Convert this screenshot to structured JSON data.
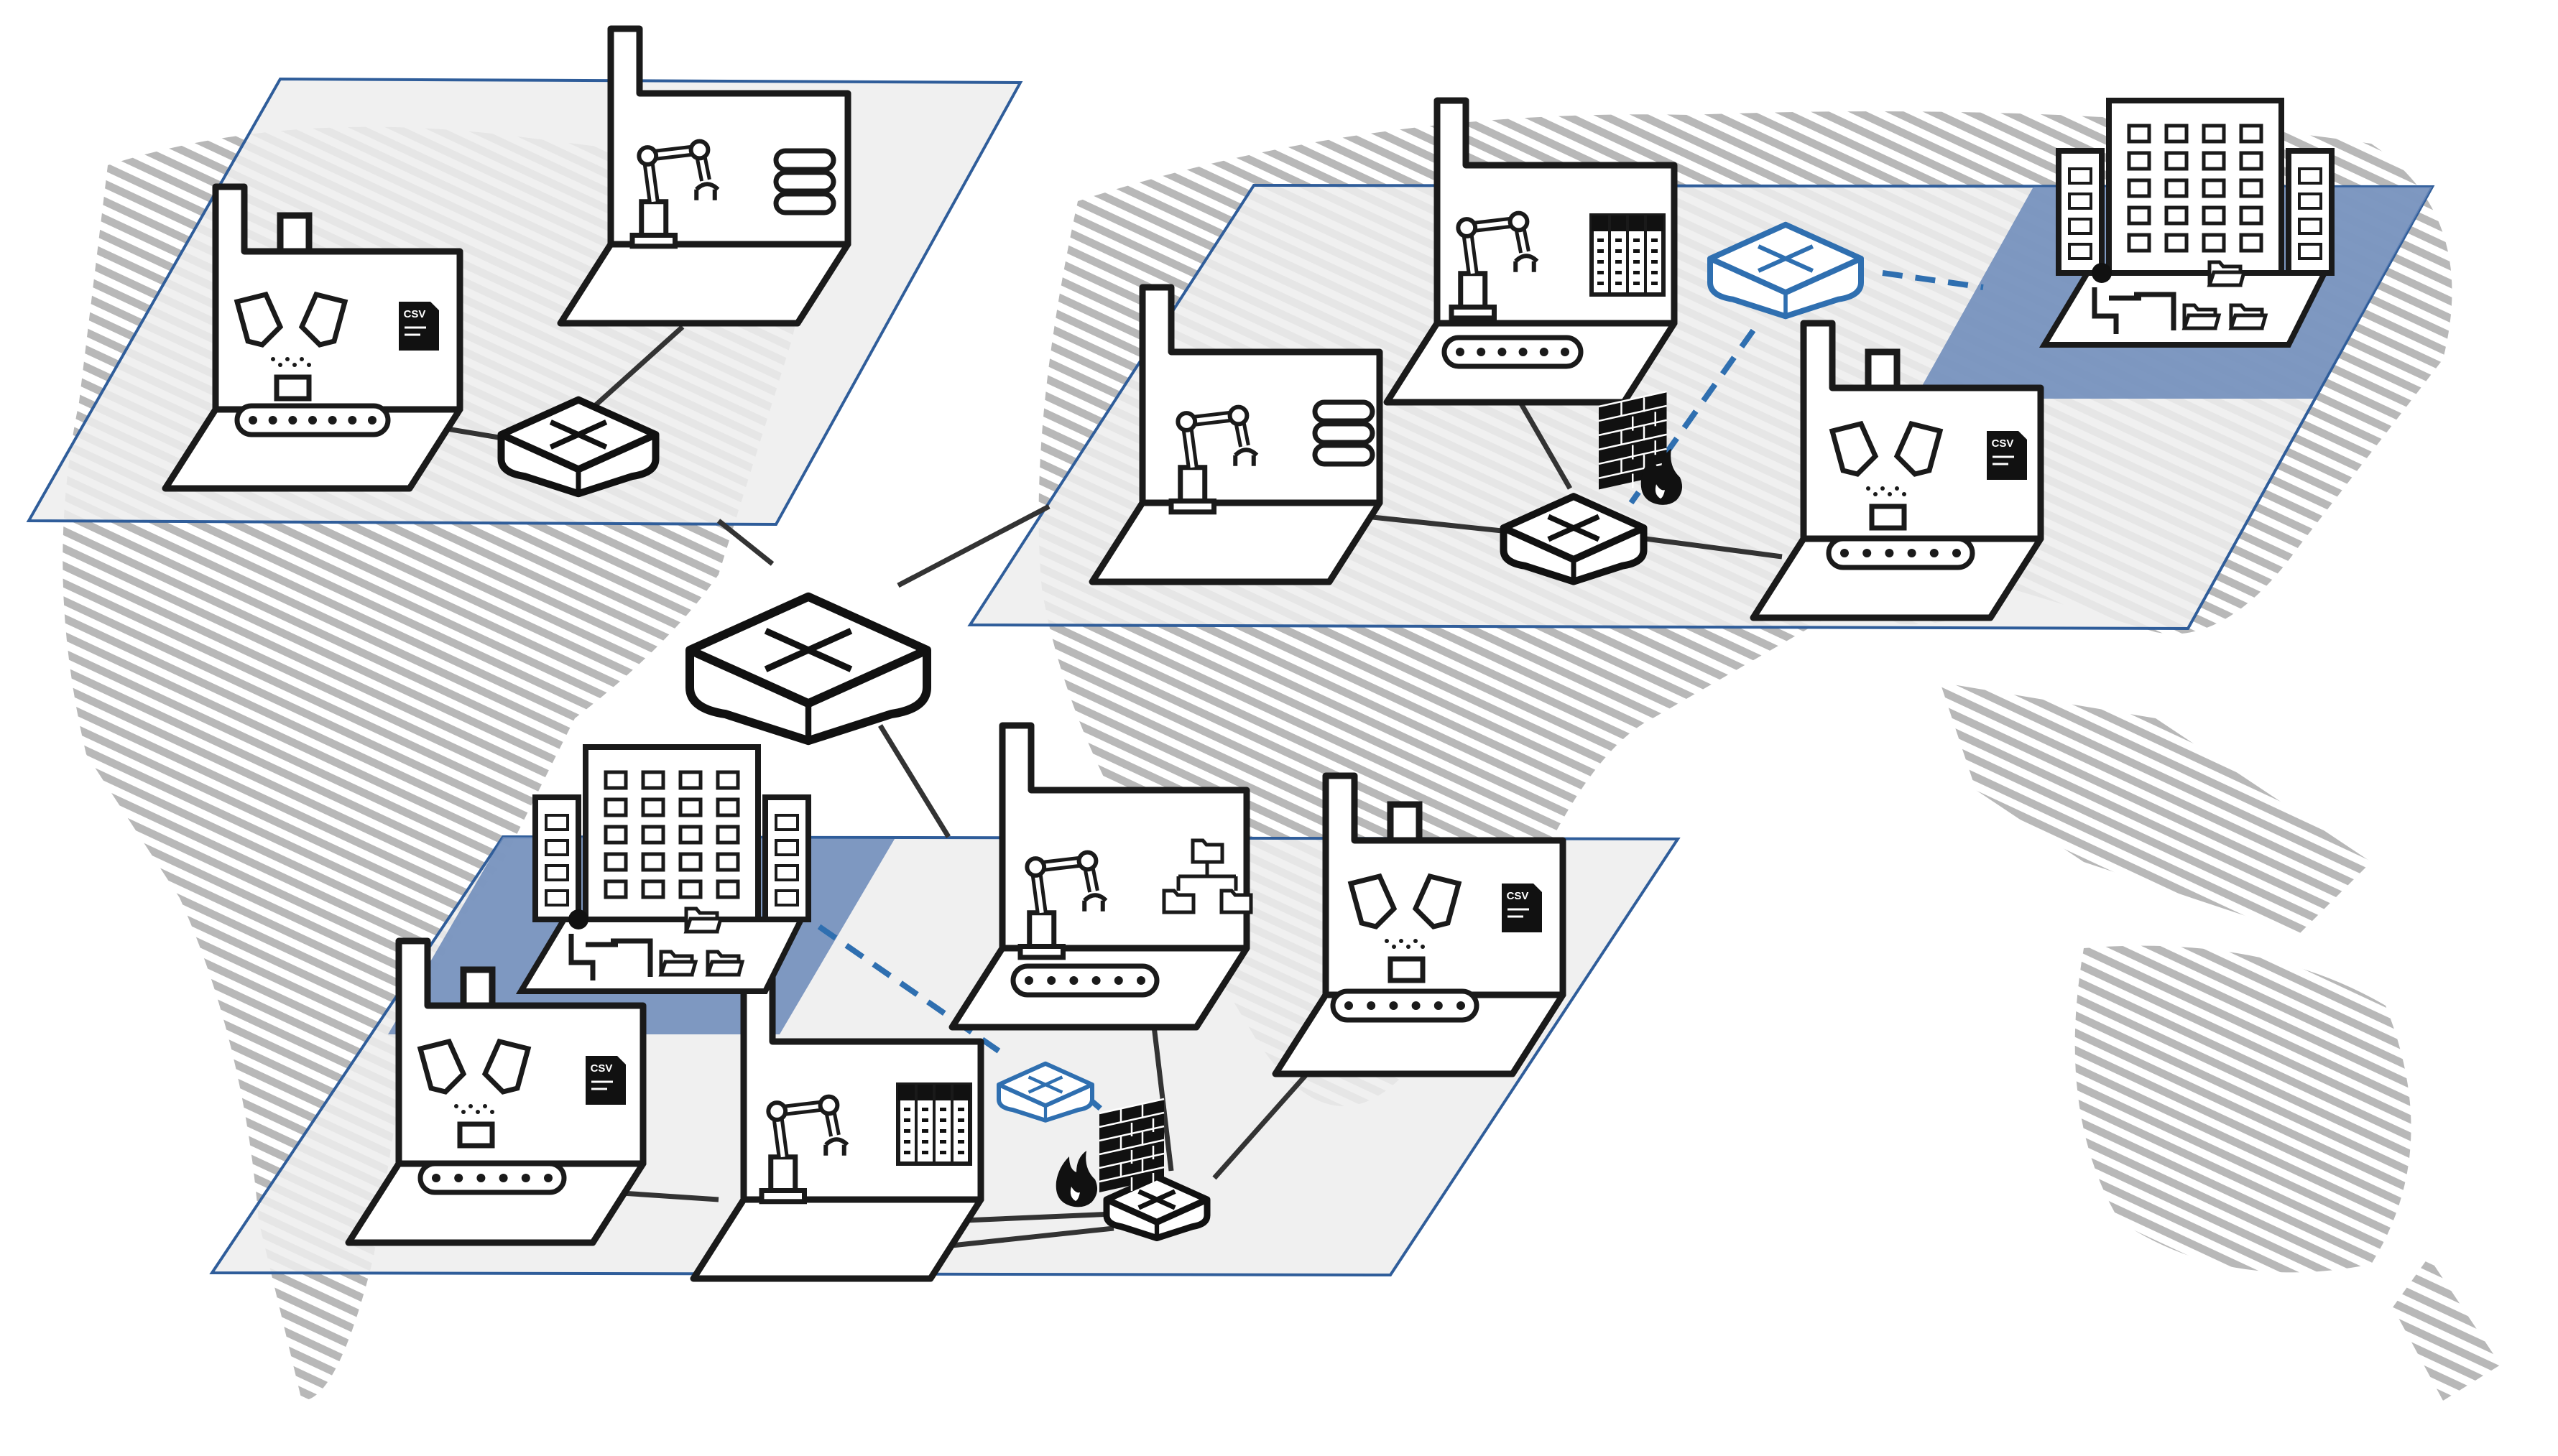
{
  "labels": {
    "csv": "CSV"
  },
  "colors": {
    "background": "#ffffff",
    "map_hatch": "#b4b4b4",
    "region_fill": "#ededed",
    "region_stroke": "#2f5d9a",
    "office_zone": "#6a88b8",
    "ink": "#1a1a1a",
    "remote_link": "#2f6fb0"
  },
  "regions": [
    "region-west",
    "region-east",
    "region-south"
  ],
  "icons": [
    "factory-icon",
    "office-building-icon",
    "network-switch-icon",
    "firewall-icon",
    "robot-arm-icon",
    "database-icon",
    "csv-file-icon",
    "conveyor-belt-icon",
    "folder-icon",
    "plc-rack-icon"
  ]
}
